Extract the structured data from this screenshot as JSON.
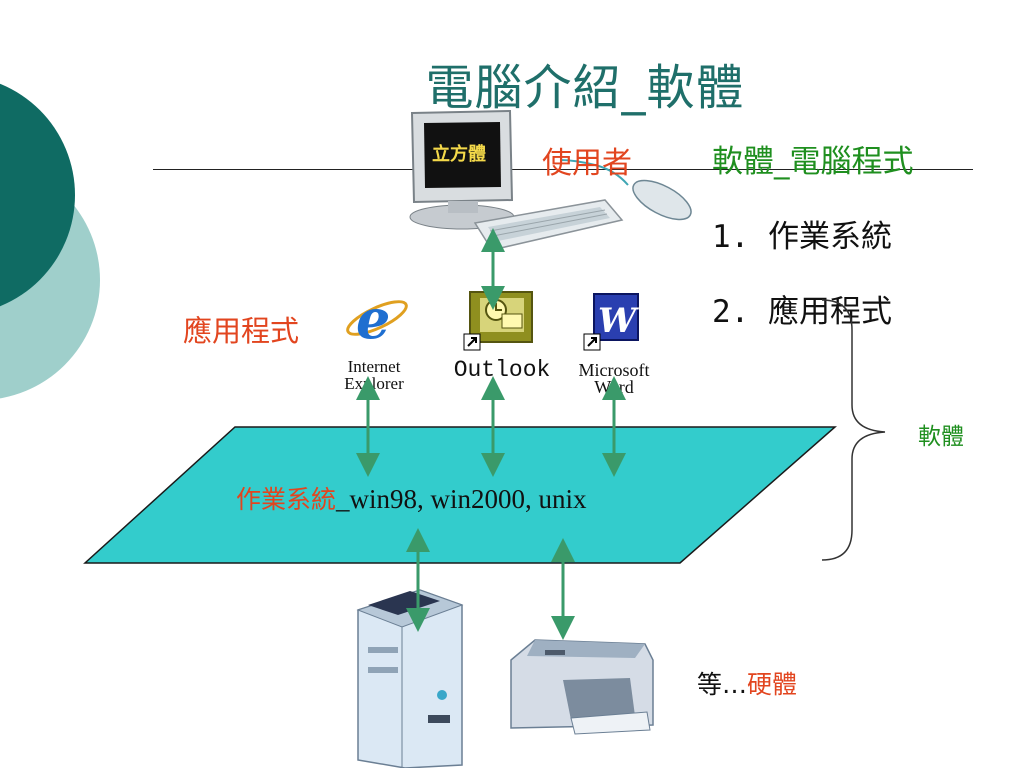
{
  "slide": {
    "title": "電腦介紹_軟體",
    "user_label": "使用者",
    "subtitle": "軟體_電腦程式",
    "list": [
      "1. 作業系統",
      "2. 應用程式"
    ],
    "apps_label": "應用程式",
    "software_label": "軟體",
    "os_label_red": "作業系統",
    "os_label_rest": "_win98, win2000, unix",
    "hardware_prefix": "等…",
    "hardware_label": "硬體",
    "monitor_screen_text": "立方體",
    "icons": [
      {
        "name": "internet-explorer",
        "line1": "Internet",
        "line2": "Explorer"
      },
      {
        "name": "outlook",
        "line1": "Outlook",
        "line2": ""
      },
      {
        "name": "microsoft-word",
        "line1": "Microsoft",
        "line2": "Word"
      }
    ]
  },
  "colors": {
    "teal_dark": "#0f6b63",
    "teal_light": "#9fcfcb",
    "platform": "#33cccc",
    "arrow": "#3a9a6a",
    "red_text": "#e2451f",
    "green_text": "#1f8f1f"
  }
}
